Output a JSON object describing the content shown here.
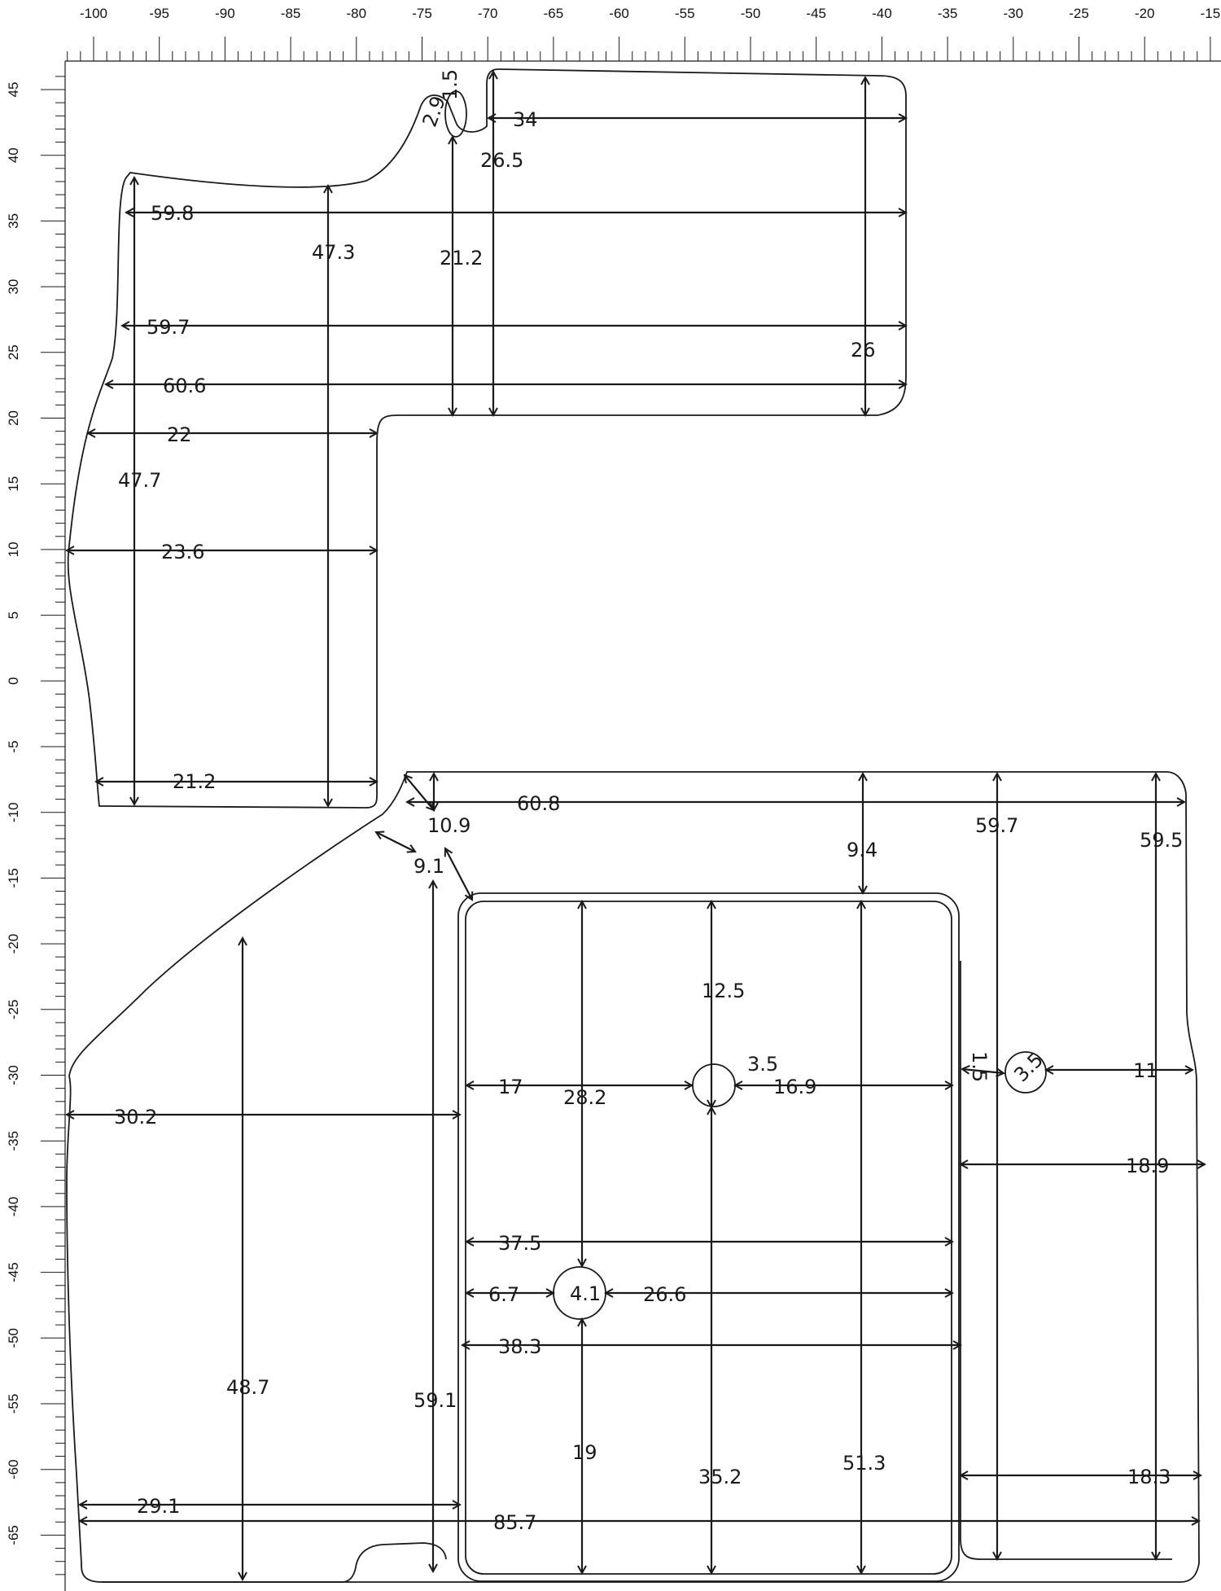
{
  "rulers": {
    "top_labels": [
      "-100",
      "-95",
      "-90",
      "-85",
      "-80",
      "-75",
      "-70",
      "-65",
      "-60",
      "-55",
      "-50",
      "-45",
      "-40",
      "-35",
      "-30",
      "-25",
      "-20",
      "-15"
    ],
    "left_labels": [
      "45",
      "40",
      "35",
      "30",
      "25",
      "20",
      "15",
      "10",
      "5",
      "0",
      "-5",
      "-10",
      "-15",
      "-20",
      "-25",
      "-30",
      "-35",
      "-40",
      "-45",
      "-50",
      "-55",
      "-60",
      "-65"
    ]
  },
  "dimensions": {
    "d_34": "34",
    "d_26_5": "26.5",
    "d_1_5a": "1.5",
    "d_2_9": "2.9",
    "d_59_8": "59.8",
    "d_47_3": "47.3",
    "d_21_2a": "21.2",
    "d_59_7a": "59.7",
    "d_26": "26",
    "d_60_6": "60.6",
    "d_22": "22",
    "d_47_7": "47.7",
    "d_23_6": "23.6",
    "d_21_2b": "21.2",
    "d_60_8": "60.8",
    "d_10_9": "10.9",
    "d_9_1": "9.1",
    "d_9_4": "9.4",
    "d_59_7b": "59.7",
    "d_59_5": "59.5",
    "d_12_5": "12.5",
    "d_17": "17",
    "d_28_2": "28.2",
    "d_3_5a": "3.5",
    "d_16_9": "16.9",
    "d_1_5b": "1.5",
    "d_3_5b": "3.5",
    "d_11": "11",
    "d_30_2": "30.2",
    "d_18_9": "18.9",
    "d_37_5": "37.5",
    "d_6_7": "6.7",
    "d_4_1": "4.1",
    "d_26_6": "26.6",
    "d_38_3": "38.3",
    "d_48_7": "48.7",
    "d_59_1": "59.1",
    "d_19": "19",
    "d_35_2": "35.2",
    "d_51_3": "51.3",
    "d_18_3": "18.3",
    "d_29_1": "29.1",
    "d_85_7": "85.7"
  }
}
